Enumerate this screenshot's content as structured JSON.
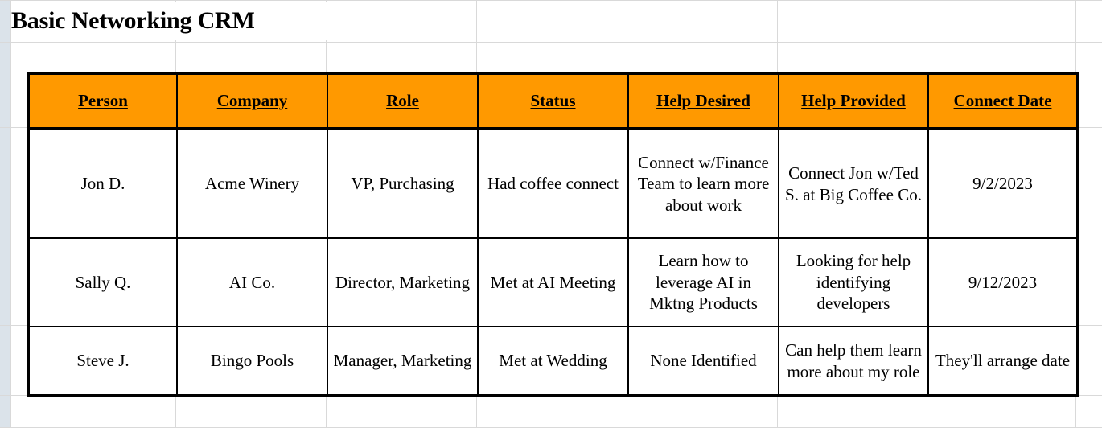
{
  "sheet": {
    "title": "Basic Networking CRM",
    "accent_color": "#ff9900",
    "border_color": "#000000",
    "gridline_color": "#d9d9d9"
  },
  "table": {
    "columns": [
      {
        "key": "person",
        "label": "Person"
      },
      {
        "key": "company",
        "label": "Company"
      },
      {
        "key": "role",
        "label": "Role"
      },
      {
        "key": "status",
        "label": "Status"
      },
      {
        "key": "help_desired",
        "label": "Help Desired"
      },
      {
        "key": "help_provided",
        "label": "Help Provided"
      },
      {
        "key": "connect_date",
        "label": "Connect Date"
      }
    ],
    "rows": [
      {
        "person": "Jon D.",
        "company": "Acme Winery",
        "role": "VP, Purchasing",
        "status": "Had coffee connect",
        "help_desired": "Connect w/Finance Team to learn more about work",
        "help_provided": "Connect Jon w/Ted S. at Big Coffee Co.",
        "connect_date": "9/2/2023"
      },
      {
        "person": "Sally Q.",
        "company": "AI Co.",
        "role": "Director, Marketing",
        "status": "Met at AI Meeting",
        "help_desired": "Learn how to leverage AI in Mktng Products",
        "help_provided": "Looking for help identifying developers",
        "connect_date": "9/12/2023"
      },
      {
        "person": "Steve J.",
        "company": "Bingo Pools",
        "role": "Manager, Marketing",
        "status": "Met at Wedding",
        "help_desired": "None Identified",
        "help_provided": "Can help them learn more about my role",
        "connect_date": "They'll arrange date"
      }
    ]
  }
}
